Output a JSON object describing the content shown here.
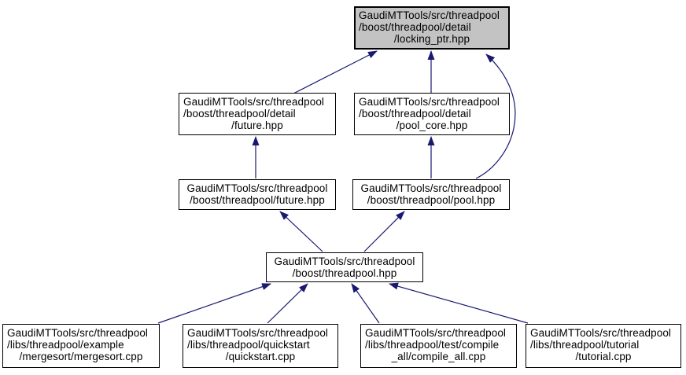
{
  "colors": {
    "arrow": "#191970",
    "node_border": "#000000",
    "node_fill": "#ffffff",
    "highlight_fill": "#c3c3c3",
    "background": "#ffffff",
    "text": "#000000"
  },
  "nodes": {
    "locking_ptr": {
      "lines": [
        "GaudiMTTools/src/threadpool",
        "/boost/threadpool/detail",
        "/locking_ptr.hpp"
      ],
      "highlighted": true
    },
    "future_detail": {
      "lines": [
        "GaudiMTTools/src/threadpool",
        "/boost/threadpool/detail",
        "/future.hpp"
      ]
    },
    "pool_core": {
      "lines": [
        "GaudiMTTools/src/threadpool",
        "/boost/threadpool/detail",
        "/pool_core.hpp"
      ]
    },
    "future": {
      "lines": [
        "GaudiMTTools/src/threadpool",
        "/boost/threadpool/future.hpp"
      ]
    },
    "pool": {
      "lines": [
        "GaudiMTTools/src/threadpool",
        "/boost/threadpool/pool.hpp"
      ]
    },
    "threadpool": {
      "lines": [
        "GaudiMTTools/src/threadpool",
        "/boost/threadpool.hpp"
      ]
    },
    "mergesort": {
      "lines": [
        "GaudiMTTools/src/threadpool",
        "/libs/threadpool/example",
        "/mergesort/mergesort.cpp"
      ]
    },
    "quickstart": {
      "lines": [
        "GaudiMTTools/src/threadpool",
        "/libs/threadpool/quickstart",
        "/quickstart.cpp"
      ]
    },
    "compile_all": {
      "lines": [
        "GaudiMTTools/src/threadpool",
        "/libs/threadpool/test/compile",
        "_all/compile_all.cpp"
      ]
    },
    "tutorial": {
      "lines": [
        "GaudiMTTools/src/threadpool",
        "/libs/threadpool/tutorial",
        "/tutorial.cpp"
      ]
    }
  },
  "edges": [
    {
      "from": "future_detail",
      "to": "locking_ptr"
    },
    {
      "from": "pool_core",
      "to": "locking_ptr"
    },
    {
      "from": "pool",
      "to": "locking_ptr"
    },
    {
      "from": "future",
      "to": "future_detail"
    },
    {
      "from": "pool",
      "to": "pool_core"
    },
    {
      "from": "threadpool",
      "to": "future"
    },
    {
      "from": "threadpool",
      "to": "pool"
    },
    {
      "from": "mergesort",
      "to": "threadpool"
    },
    {
      "from": "quickstart",
      "to": "threadpool"
    },
    {
      "from": "compile_all",
      "to": "threadpool"
    },
    {
      "from": "tutorial",
      "to": "threadpool"
    }
  ]
}
